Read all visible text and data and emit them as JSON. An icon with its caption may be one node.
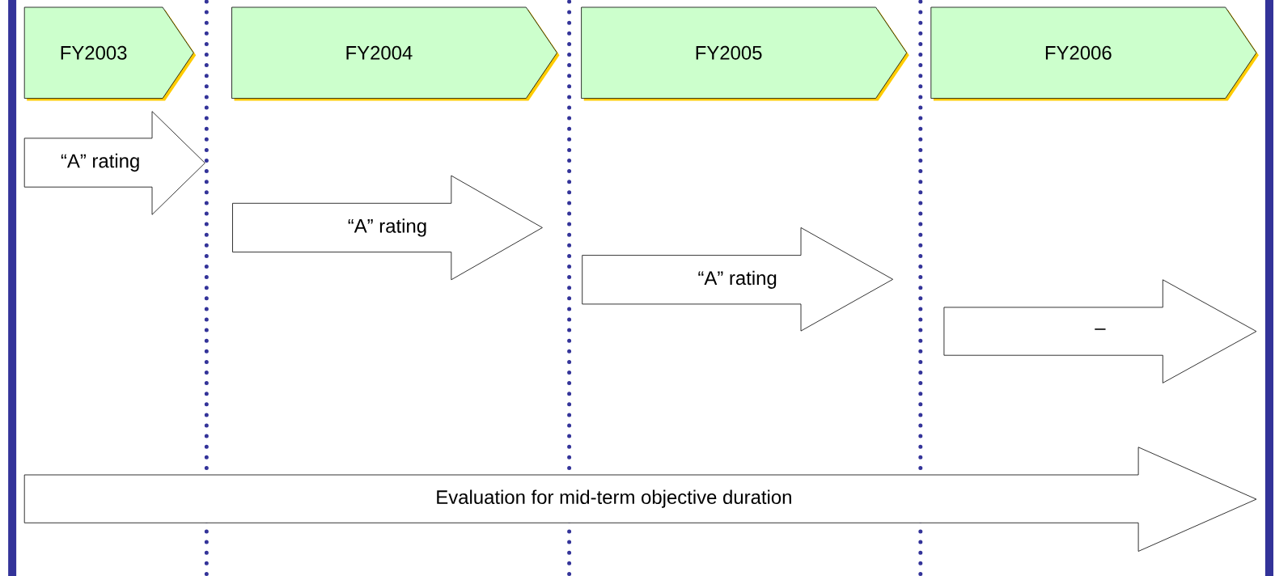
{
  "diagram": {
    "nodes": [
      {
        "text": [
          "FY2003"
        ]
      },
      {
        "text": [
          "FY2004"
        ]
      },
      {
        "text": [
          "FY2005"
        ]
      },
      {
        "text": [
          "FY2006"
        ]
      },
      {
        "text": [
          "“A” rating"
        ]
      },
      {
        "text": [
          "“A” rating"
        ]
      },
      {
        "text": [
          "“A” rating"
        ]
      },
      {
        "text": [
          "–"
        ]
      },
      {
        "text": [
          "Evaluation for mid-term objective duration"
        ]
      }
    ]
  }
}
